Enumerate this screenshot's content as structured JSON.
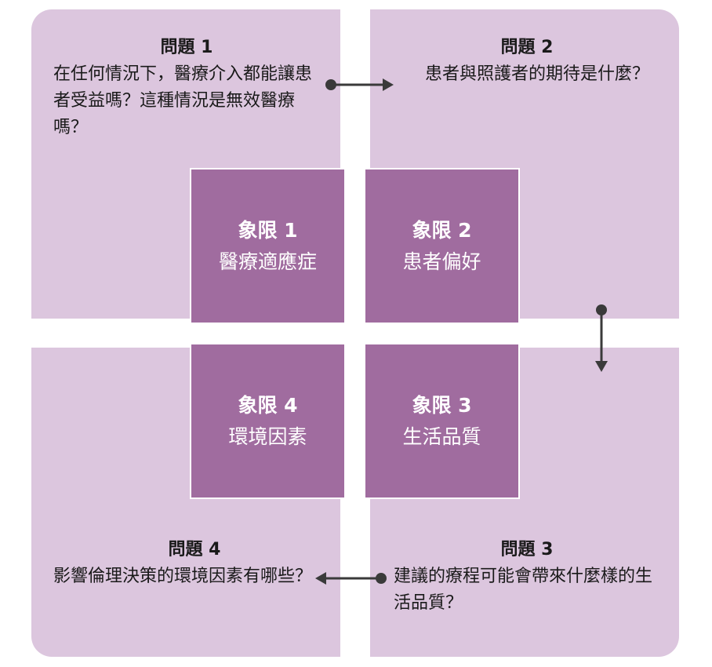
{
  "quadrants": [
    {
      "label": "象限 1",
      "name": "醫療適應症"
    },
    {
      "label": "象限 2",
      "name": "患者偏好"
    },
    {
      "label": "象限 3",
      "name": "生活品質"
    },
    {
      "label": "象限 4",
      "name": "環境因素"
    }
  ],
  "questions": [
    {
      "title": "問題 1",
      "text": "在任何情況下，醫療介入都能讓患者受益嗎？這種情況是無效醫療嗎？"
    },
    {
      "title": "問題 2",
      "text": "患者與照護者的期待是什麼？"
    },
    {
      "title": "問題 3",
      "text": "建議的療程可能會帶來什麼樣的生活品質？"
    },
    {
      "title": "問題 4",
      "text": "影響倫理決策的環境因素有哪些？"
    }
  ],
  "colors": {
    "panel": "#dcc6de",
    "quadrant": "#a06c9f",
    "arrow": "#3a3a3a"
  }
}
